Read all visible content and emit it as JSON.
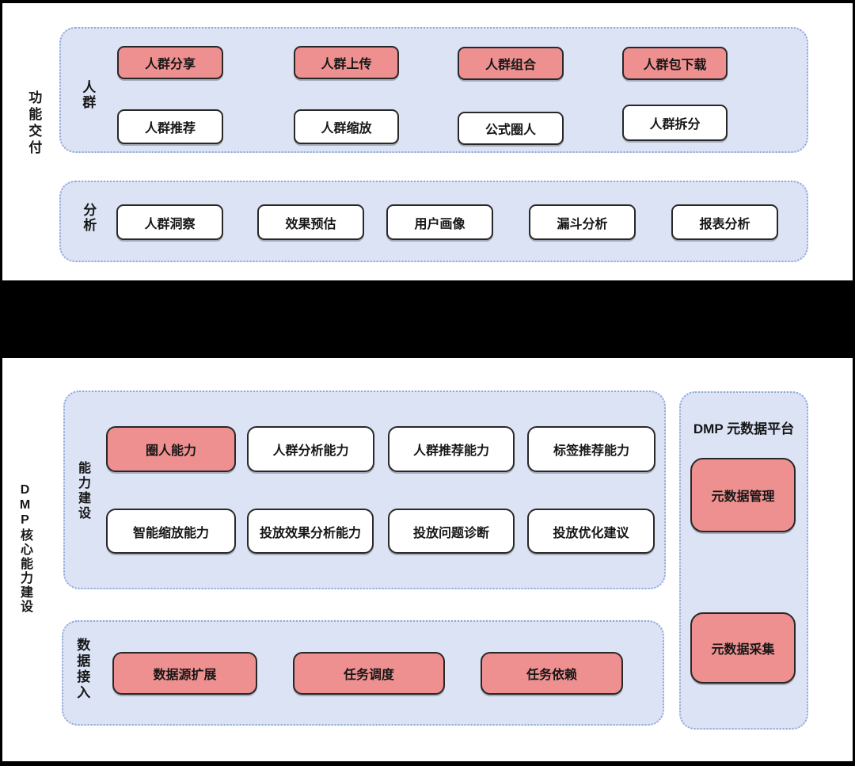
{
  "colors": {
    "container_fill": "#dbe3f5",
    "container_dotted_border": "#8fa8dc",
    "highlight_fill": "#ee9090",
    "node_border": "#282828",
    "divider_band": "#000000",
    "page_background": "#ffffff"
  },
  "functional_delivery": {
    "side_label": "功能交付",
    "crowd": {
      "label": "人群",
      "highlighted": [
        "人群分享",
        "人群上传",
        "人群组合",
        "人群包下载"
      ],
      "plain": [
        "人群推荐",
        "人群缩放",
        "公式圈人",
        "人群拆分"
      ]
    },
    "analysis": {
      "label": "分析",
      "plain": [
        "人群洞察",
        "效果预估",
        "用户画像",
        "漏斗分析",
        "报表分析"
      ]
    }
  },
  "dmp_core": {
    "side_label": "DMP核心能力建设",
    "capability": {
      "label": "能力建设",
      "row1": [
        "圈人能力",
        "人群分析能力",
        "人群推荐能力",
        "标签推荐能力"
      ],
      "row2": [
        "智能缩放能力",
        "投放效果分析能力",
        "投放问题诊断",
        "投放优化建议"
      ]
    },
    "data_access": {
      "label": "数据接入",
      "highlighted": [
        "数据源扩展",
        "任务调度",
        "任务依赖"
      ]
    },
    "meta_platform": {
      "title": "DMP 元数据平台",
      "highlighted": [
        "元数据管理",
        "元数据采集"
      ]
    }
  }
}
